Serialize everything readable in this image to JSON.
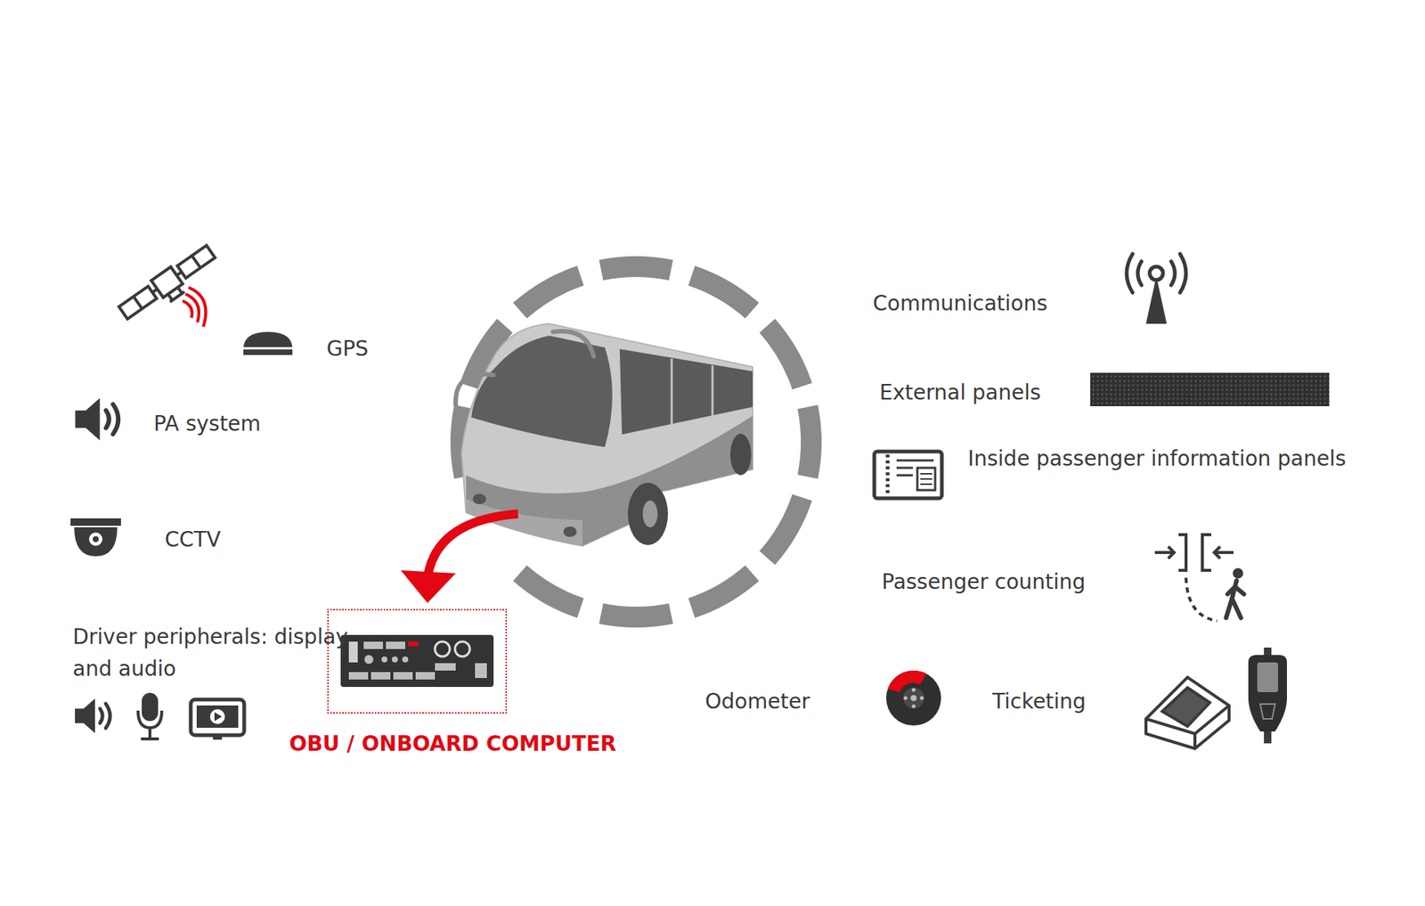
{
  "diagram": {
    "nodes": [
      {
        "text": [
          "OBU / ONBOARD COMPUTER"
        ]
      }
    ],
    "labels": [
      "GPS",
      "PA system",
      "CCTV",
      "Driver peripherals: display and audio",
      "Communications",
      "External panels",
      "Inside passenger information panels",
      "Passenger counting",
      "Odometer",
      "Ticketing"
    ]
  }
}
